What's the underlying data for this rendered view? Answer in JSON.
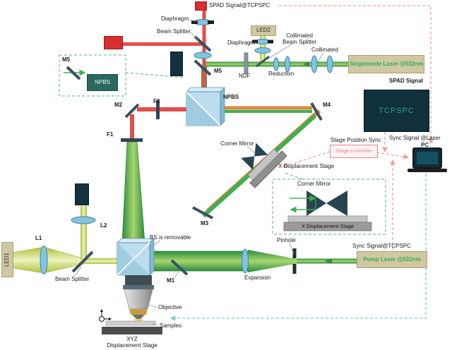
{
  "colors": {
    "laser_green": "#3fa14c",
    "fluorescence_red": "#e04f4a",
    "led_yellow_green": "#cdd964",
    "delay_orange": "#e8833c",
    "signal_pink_dashed": "#f2a09c",
    "control_teal_dashed": "#7fcfc2",
    "inset_green_dashed": "#54b37c",
    "detector_red": "#d62f2f",
    "electronics_dark": "#14323e",
    "accent_teal_text": "#2fa08e",
    "laser_label_green": "#2fae4e"
  },
  "labels": {
    "spad_signal_tcpspc_top": "SPAD Signal@TCPSPC",
    "diaphragm_top": "Diaphragm",
    "beam_splitter_top": "Beam Splitter",
    "m5_inset": "M5",
    "npbs_inset": "NPBS",
    "m5_main": "M5",
    "led2": "LED2",
    "diaphragm_led2": "Diaphragm",
    "collimated_beam_splitter": "Collimated\nBeam Splitter",
    "collimated": "Collimated",
    "singlemode_laser": "Singlemode Laser @532nm",
    "ndf": "NDF",
    "reduction": "Reduction",
    "npbs_main": "NPBS",
    "m2": "M2",
    "f2": "F2",
    "m4": "M4",
    "f1": "F1",
    "spad_signal": "SPAD Signal",
    "tcpspc": "TCPSPC",
    "sync_signal_laser": "Sync Signal @Laser",
    "stage_position_sync": "Stage Position Sync",
    "stage_controller": "Stage controller",
    "pc": "PC",
    "corner_mirror_main": "Corner Mirror",
    "x_displacement_stage_main": "X Displacement Stage",
    "m3": "M3",
    "corner_mirror_inset": "Corner Mirror",
    "x_displacement_stage_inset": "X Displacement Stage",
    "pinhole": "Pinhole",
    "sync_signal_tcpspc": "Sync Signal@TCPSPC",
    "pump_laser": "Pump Laser @532nm",
    "expansion": "Expansion",
    "led1": "LED1",
    "l1": "L1",
    "l2": "L2",
    "beam_splitter_bottom": "Beam Splitter",
    "bs_removable": "BS is removable",
    "m1": "M1",
    "objective": "Objective",
    "samples": "Samples",
    "xyz_stage": "XYZ\nDisplacement Stage"
  }
}
